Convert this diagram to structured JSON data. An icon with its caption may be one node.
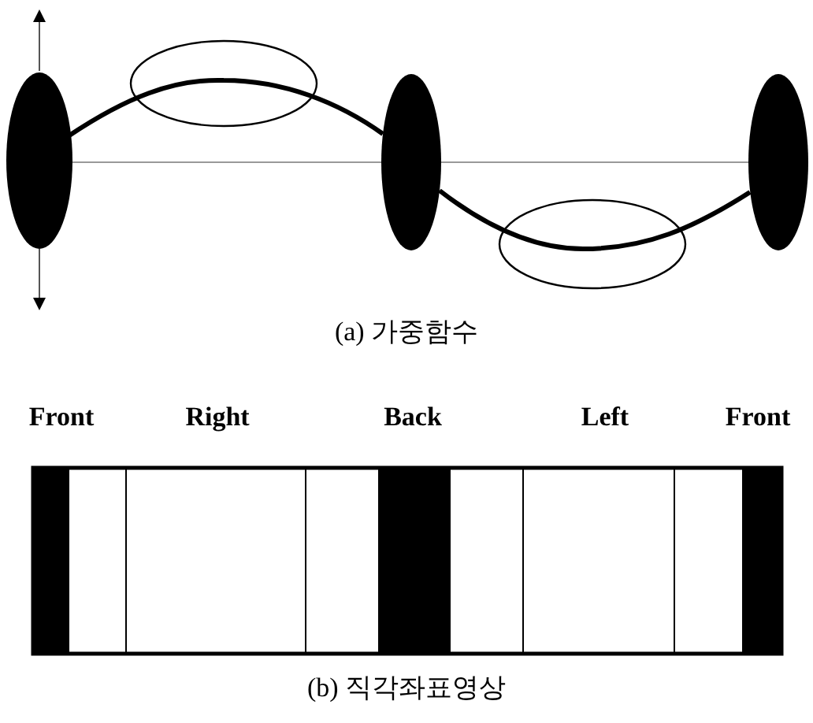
{
  "diagram": {
    "labels": [
      "(a) 가중함수",
      "Front",
      "Right",
      "Back",
      "Left",
      "Front",
      "(b) 직각좌표영상"
    ]
  }
}
